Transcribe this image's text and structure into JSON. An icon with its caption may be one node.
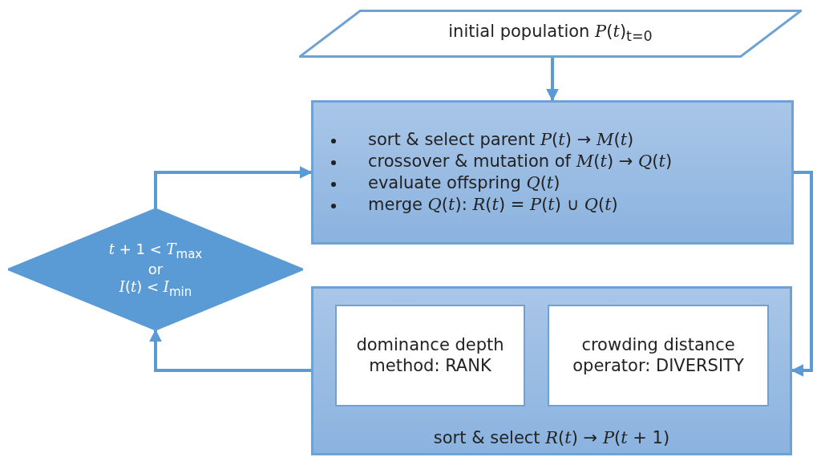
{
  "diagram": {
    "nodes": [
      {
        "text": [
          "initial population *P*(*t*)$_{t=0}$"
        ]
      },
      {
        "text": [
          "sort & select parent *P*(*t*) → *M*(*t*)",
          "crossover & mutation of *M*(*t*) → *Q*(*t*)",
          "evaluate offspring *Q*(*t*)",
          "merge *Q*(*t*): *R*(*t*) = *P*(*t*) ∪ *Q*(*t*)"
        ]
      },
      {
        "text": [
          "sort & select *R*(*t*) → *P*(*t* + 1)"
        ]
      },
      {
        "text": [
          "dominance depth method: RANK"
        ],
        "in": 2
      },
      {
        "text": [
          "crowding distance operator: DIVERSITY"
        ],
        "in": 2
      },
      {
        "text": [
          "*t* + 1 < *T*$_{max}$",
          "or",
          "*I*(*t*) < *I*$_{min}$"
        ]
      }
    ],
    "edges": [
      {
        "from": 0,
        "to": 1,
        "arrow": "to"
      },
      {
        "from": 1,
        "to": 2,
        "arrow": "to"
      },
      {
        "from": 2,
        "to": 5,
        "arrow": "to"
      },
      {
        "from": 5,
        "to": 1,
        "arrow": "to"
      }
    ]
  }
}
